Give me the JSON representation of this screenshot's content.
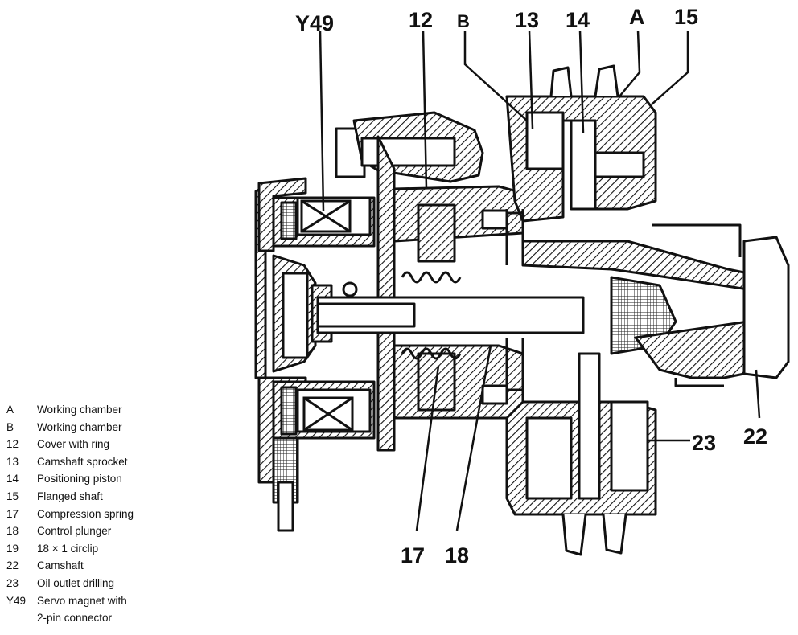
{
  "callouts": [
    {
      "id": "y49",
      "text": "Y49"
    },
    {
      "id": "12",
      "text": "12"
    },
    {
      "id": "b",
      "text": "B"
    },
    {
      "id": "13",
      "text": "13"
    },
    {
      "id": "14",
      "text": "14"
    },
    {
      "id": "a",
      "text": "A"
    },
    {
      "id": "15",
      "text": "15"
    },
    {
      "id": "22",
      "text": "22"
    },
    {
      "id": "23",
      "text": "23"
    },
    {
      "id": "17",
      "text": "17"
    },
    {
      "id": "18",
      "text": "18"
    }
  ],
  "legend": [
    {
      "key": "A",
      "text": "Working chamber"
    },
    {
      "key": "B",
      "text": "Working chamber"
    },
    {
      "key": "12",
      "text": "Cover with ring"
    },
    {
      "key": "13",
      "text": "Camshaft sprocket"
    },
    {
      "key": "14",
      "text": "Positioning piston"
    },
    {
      "key": "15",
      "text": "Flanged shaft"
    },
    {
      "key": "17",
      "text": "Compression spring"
    },
    {
      "key": "18",
      "text": "Control plunger"
    },
    {
      "key": "19",
      "text": "18 × 1 circlip"
    },
    {
      "key": "22",
      "text": "Camshaft"
    },
    {
      "key": "23",
      "text": "Oil outlet drilling"
    },
    {
      "key": "Y49",
      "text": "Servo magnet with"
    },
    {
      "key": "",
      "text": "2-pin connector"
    }
  ]
}
